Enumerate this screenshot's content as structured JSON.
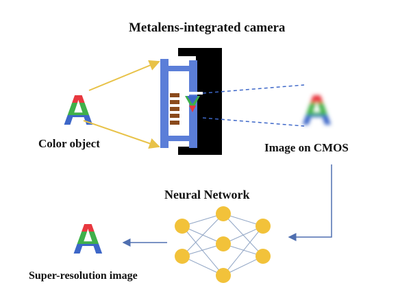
{
  "title": "Metalens-integrated camera",
  "labels": {
    "color_object": "Color object",
    "image_on_cmos": "Image on CMOS",
    "neural_network": "Neural Network",
    "super_resolution": "Super-resolution image"
  },
  "glyph": "A",
  "colors": {
    "red": "#e8383f",
    "green": "#3fb04a",
    "blue": "#3d67c8",
    "lens_frame": "#5b7ed8",
    "housing": "#000000",
    "ray": "#e8c248",
    "neuron": "#f2c23a",
    "connection": "#8fa4c4",
    "flow_arrow": "#4f6fb0"
  }
}
